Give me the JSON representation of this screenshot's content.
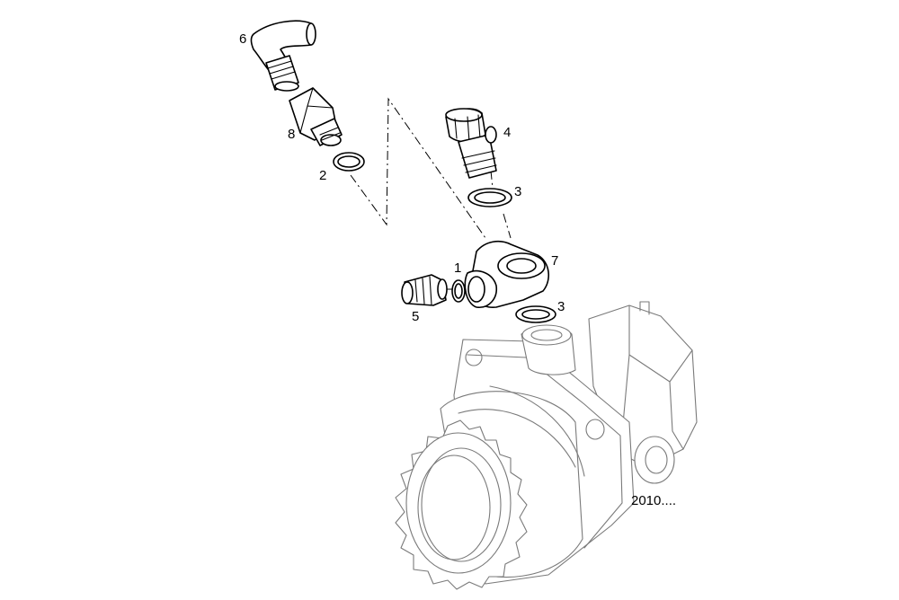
{
  "diagram": {
    "callouts": [
      {
        "id": "c6",
        "text": "6"
      },
      {
        "id": "c8",
        "text": "8"
      },
      {
        "id": "c2",
        "text": "2"
      },
      {
        "id": "c4",
        "text": "4"
      },
      {
        "id": "c3a",
        "text": "3"
      },
      {
        "id": "c7",
        "text": "7"
      },
      {
        "id": "c1",
        "text": "1"
      },
      {
        "id": "c5",
        "text": "5"
      },
      {
        "id": "c3b",
        "text": "3"
      }
    ],
    "version_note": "2010...."
  }
}
